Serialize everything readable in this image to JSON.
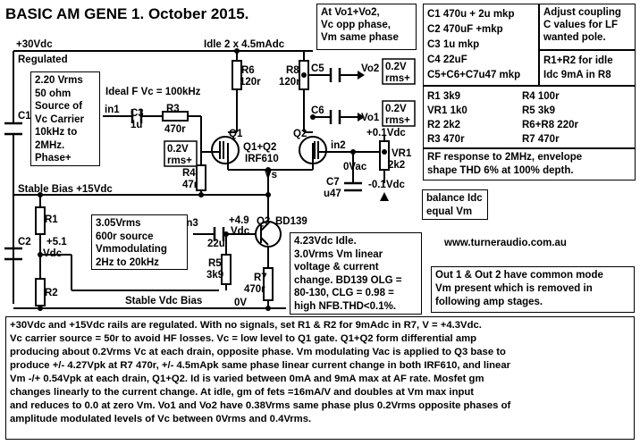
{
  "title": "BASIC AM GENE 1. October 2015.",
  "rails": {
    "plus30": "+30Vdc",
    "regulated": "Regulated",
    "stable_bias_15": "Stable  Bias +15Vdc",
    "idle": "Idle 2 x 4.5mAdc",
    "stable_vdc_bias": "Stable Vdc Bias",
    "zero_v": "0V",
    "vs": "Vs",
    "plus51": "+5.1",
    "vdc": "Vdc",
    "plus49": "+4.9",
    "vdc2": "Vdc"
  },
  "components": {
    "c1": "C1",
    "c2": "C2",
    "c3": "C3",
    "c3_val": "1u",
    "c5": "C5",
    "c6": "C6",
    "c7": "C7",
    "c7_val": "u47",
    "r1": "R1",
    "r2": "R2",
    "r3": "R3",
    "r3_val": "470r",
    "r4": "R4",
    "r4_val": "47r",
    "r5": "R5",
    "r5_val": "3k9",
    "r6": "R6",
    "r6_val": "120r",
    "r7": "R7",
    "r7_val": "470r",
    "r8": "R8",
    "r8_val": "120r",
    "vr1": "VR1",
    "vr1_val": "2k2",
    "q1": "Q1",
    "q2": "Q2",
    "q12": "Q1+Q2",
    "irf": "IRF610",
    "q3": "Q3",
    "bd139": "BD139",
    "c_1n3": "1n3",
    "c_22u": "22u"
  },
  "nodes": {
    "in1": "in1",
    "in2": "in2",
    "vo1": "Vo1",
    "vo2": "Vo2",
    "ideal_f": "Ideal F Vc = 100kHz",
    "plus01": "+0.1Vdc",
    "minus01": "-0.1Vdc",
    "zero_vac": "0Vac",
    "rms_02_top": "0.2V",
    "rms_02_bot": "rms+",
    "rms_02b_top": "0.2V",
    "rms_02b_bot": "rms+",
    "rms_02c_top": "0.2V",
    "rms_02c_bot": "rms+"
  },
  "boxes": {
    "vo_info": [
      "At Vo1+Vo2,",
      "Vc opp phase,",
      "Vm same phase"
    ],
    "caps": [
      "C1  470u + 2u mkp",
      "C2  470uF +mkp",
      "C3  1u mkp",
      "C4  22uF",
      "C5+C6+C7u47 mkp"
    ],
    "adjust": [
      "Adjust coupling",
      "C values for LF",
      "wanted pole."
    ],
    "r1r2": [
      "R1+R2 for idle",
      "Idc 9mA in R8"
    ],
    "resistors_left": [
      "R1     3k9",
      "VR1  1k0",
      "R2     2k2",
      "R3     470r"
    ],
    "resistors_right": [
      "R4  100r",
      "R5  3k9",
      "R6+R8  220r",
      "R7  470r"
    ],
    "rf_resp": [
      "RF response to 2MHz, envelope",
      "shape THD 6% at 100% depth."
    ],
    "carrier": [
      "2.20 Vrms",
      "50 ohm",
      "Source of",
      "Vc Carrier",
      "10kHz to",
      "2MHz.",
      "Phase+"
    ],
    "mod_src": [
      "3.05Vrms",
      "600r source",
      "Vmmodulating",
      "2Hz to 20kHz"
    ],
    "q3_info": [
      "4.23Vdc Idle.",
      "3.0Vrms Vm linear",
      "voltage & current",
      "change. BD139 OLG =",
      "80-130,  CLG = 0.98 =",
      "high NFB.THD<0.1%."
    ],
    "balance": [
      "balance Idc",
      "equal  Vm"
    ],
    "website": "www.turneraudio.com.au",
    "out_note": [
      "Out 1 & Out 2 have common mode",
      "Vm present which is removed in",
      "following amp stages."
    ]
  },
  "notes": [
    "+30Vdc and +15Vdc rails are regulated. With no signals, set R1 & R2 for 9mAdc in R7, V = +4.3Vdc.",
    "Vc carrier source = 50r to avoid HF losses. Vc = low level to Q1 gate.   Q1+Q2 form  differential amp",
    "producing about 0.2Vrms Vc at each drain, opposite phase. Vm modulating Vac is applied to Q3 base to",
    "produce +/- 4.27Vpk at R7 470r, +/- 4.5mApk same phase linear  current change in both IRF610,  and linear",
    "Vm -/+ 0.54Vpk at each drain, Q1+Q2.   Id is varied between 0mA and 9mA max at AF rate.  Mosfet  gm",
    "changes linearly to the current change.  At idle, gm of fets =16mA/V and doubles at Vm max input",
    "and reduces to 0.0 at zero Vm.  Vo1 and Vo2 have 0.38Vrms  same phase plus  0.2Vrms opposite phases  of",
    "amplitude modulated levels of Vc between 0Vrms and 0.4Vrms."
  ]
}
